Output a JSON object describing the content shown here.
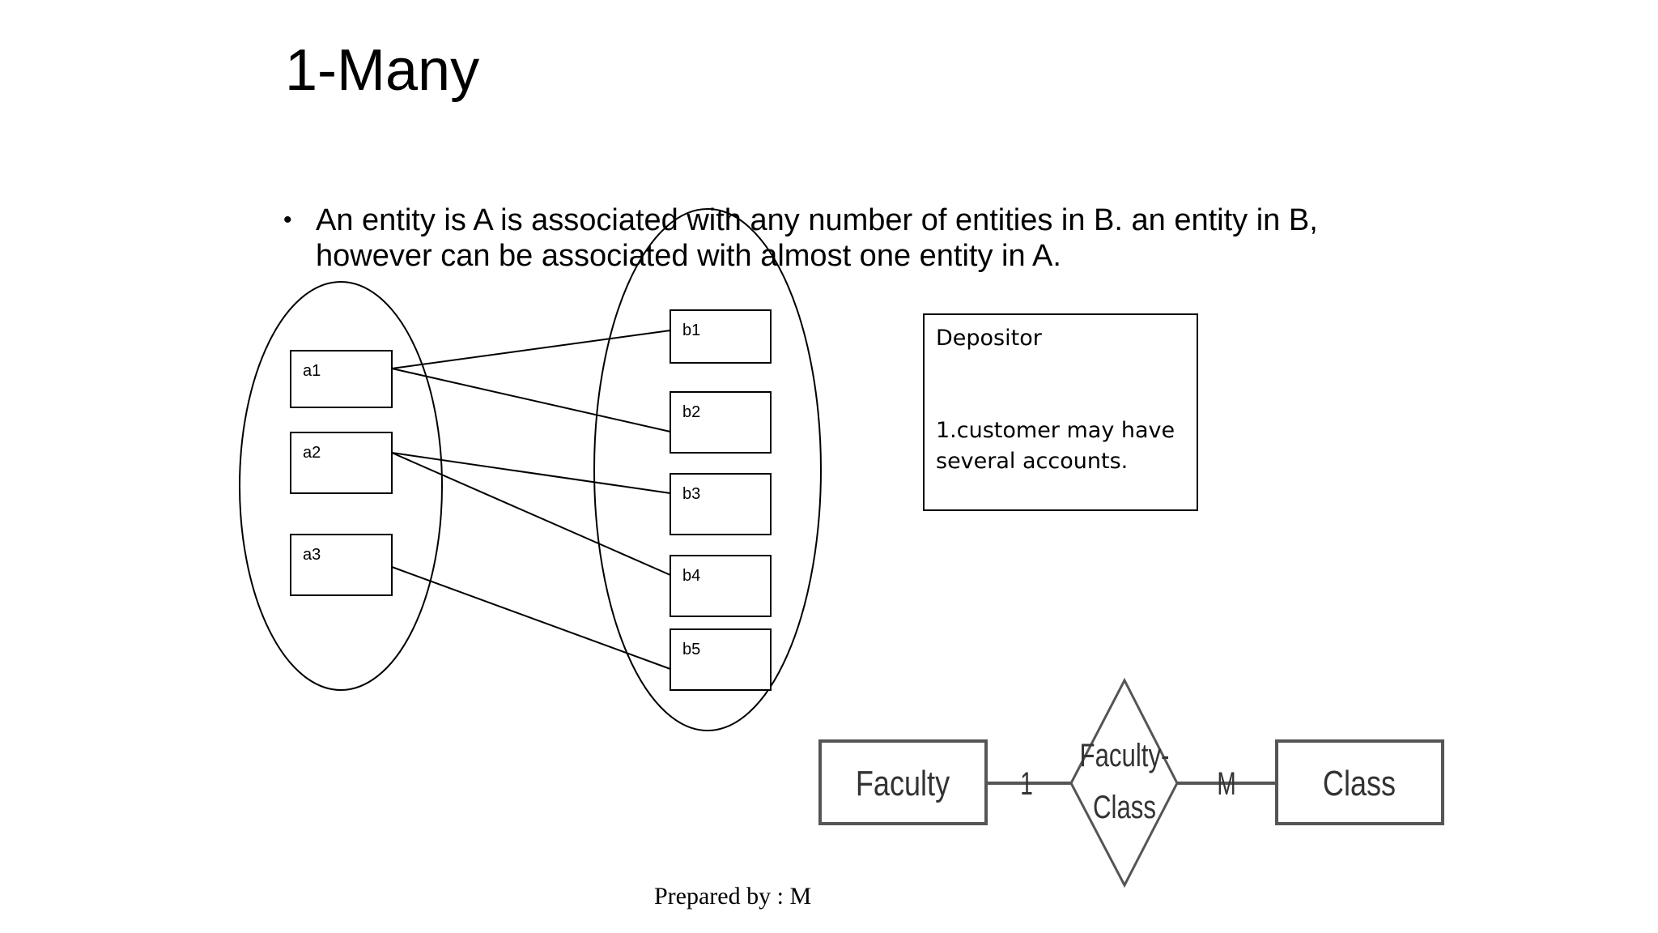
{
  "slide": {
    "title": "1-Many",
    "bullet": "An entity is A is associated with any number of entities in B. an entity in B, however can be associated with almost one entity in A.",
    "footer": "Prepared by : M"
  },
  "mapping": {
    "set_a": [
      "a1",
      "a2",
      "a3"
    ],
    "set_b": [
      "b1",
      "b2",
      "b3",
      "b4",
      "b5"
    ],
    "links": [
      [
        "a1",
        "b1"
      ],
      [
        "a1",
        "b2"
      ],
      [
        "a2",
        "b3"
      ],
      [
        "a2",
        "b4"
      ],
      [
        "a3",
        "b5"
      ]
    ]
  },
  "note": {
    "title": "Depositor",
    "body": "1.customer may have several accounts."
  },
  "er": {
    "entity_left": "Faculty",
    "relationship_line1": "Faculty-",
    "relationship_line2": "Class",
    "entity_right": "Class",
    "left_cardinality": "1",
    "right_cardinality": "M"
  }
}
